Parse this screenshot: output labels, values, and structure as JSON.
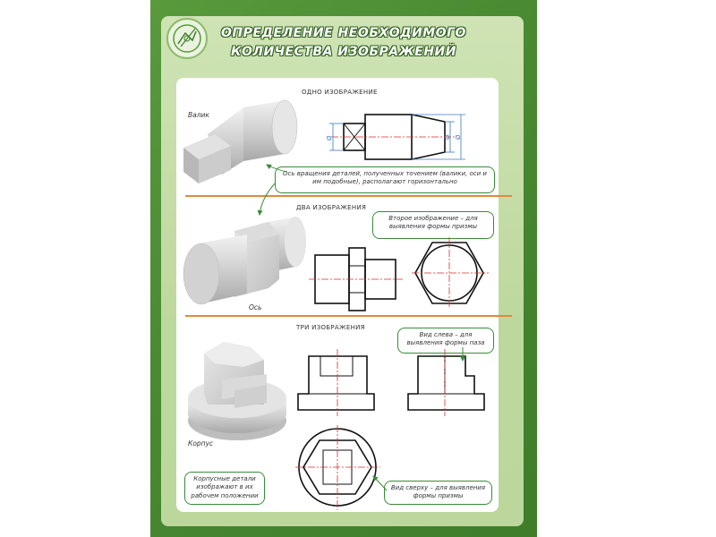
{
  "title": {
    "line1": "ОПРЕДЕЛЕНИЕ НЕОБХОДИМОГО",
    "line2": "КОЛИЧЕСТВА ИЗОБРАЖЕНИЙ"
  },
  "section1": {
    "title": "ОДНО ИЗОБРАЖЕНИЕ",
    "part_label": "Валик",
    "callout": "Ось вращения деталей, полученных точением (валики, оси и им подобные), располагают горизонтально",
    "dim_symbol": "Ø"
  },
  "section2": {
    "title": "ДВА ИЗОБРАЖЕНИЯ",
    "part_label": "Ось",
    "callout": "Второе изображение – для выявления формы призмы"
  },
  "section3": {
    "title": "ТРИ ИЗОБРАЖЕНИЯ",
    "part_label": "Корпус",
    "callout_left": "Вид слева – для выявления формы паза",
    "callout_top": "Вид сверху – для выявления формы призмы",
    "callout_position": "Корпусные детали изображают в их рабочем положении"
  },
  "colors": {
    "frame_green": "#4a8a32",
    "accent_orange": "#e08a3c",
    "callout_border": "#3a8a3a",
    "axis_red": "#d0312d",
    "dim_blue": "#3a7ac0"
  }
}
